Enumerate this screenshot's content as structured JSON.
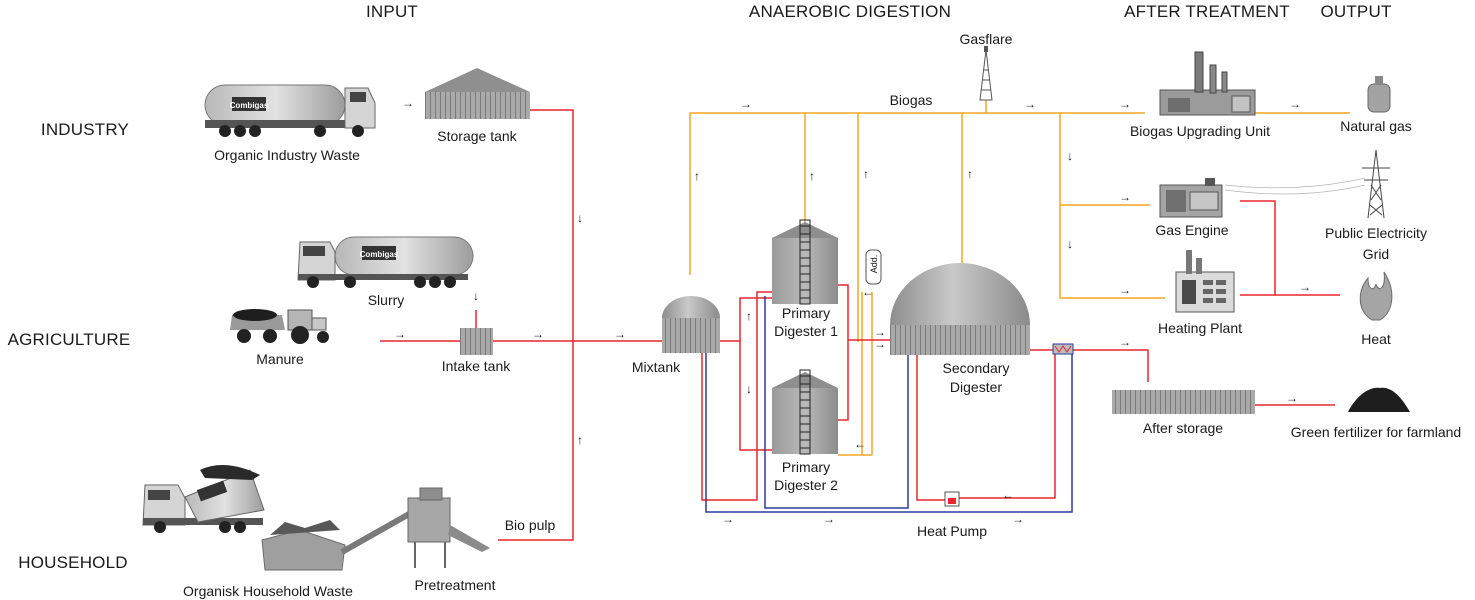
{
  "headers": {
    "input": "INPUT",
    "anaerobic_digestion": "ANAEROBIC DIGESTION",
    "after_treatment": "AFTER TREATMENT",
    "output": "OUTPUT"
  },
  "sources": {
    "industry": "INDUSTRY",
    "agriculture": "AGRICULTURE",
    "household": "HOUSEHOLD"
  },
  "labels": {
    "organic_industry_waste": "Organic Industry Waste",
    "storage_tank": "Storage tank",
    "slurry": "Slurry",
    "manure": "Manure",
    "intake_tank": "Intake tank",
    "organisk_household_waste": "Organisk Household Waste",
    "pretreatment": "Pretreatment",
    "bio_pulp": "Bio pulp",
    "mixtank": "Mixtank",
    "primary_digester_1_line1": "Primary",
    "primary_digester_1_line2": "Digester 1",
    "primary_digester_2_line1": "Primary",
    "primary_digester_2_line2": "Digester 2",
    "secondary_digester_line1": "Secondary",
    "secondary_digester_line2": "Digester",
    "additive": "Add.",
    "heat_pump": "Heat Pump",
    "biogas": "Biogas",
    "gasflare": "Gasflare",
    "biogas_upgrading_unit": "Biogas Upgrading Unit",
    "gas_engine": "Gas Engine",
    "heating_plant": "Heating Plant",
    "after_storage": "After storage",
    "natural_gas": "Natural gas",
    "public_grid_line1": "Public Electricity",
    "public_grid_line2": "Grid",
    "heat": "Heat",
    "green_fertilizer": "Green fertilizer for farmland",
    "truck_brand": "Combigas"
  },
  "colors": {
    "biomass_line": "#e8262d",
    "biogas_line": "#f6a623",
    "cold_line": "#2e3b9e",
    "equipment_fill": "#a9a9a9",
    "equipment_dark": "#6e6e6e",
    "text": "#1a1a1a"
  },
  "arrow_glyphs": {
    "right": "→",
    "left": "←",
    "up": "↑",
    "down": "↓"
  }
}
